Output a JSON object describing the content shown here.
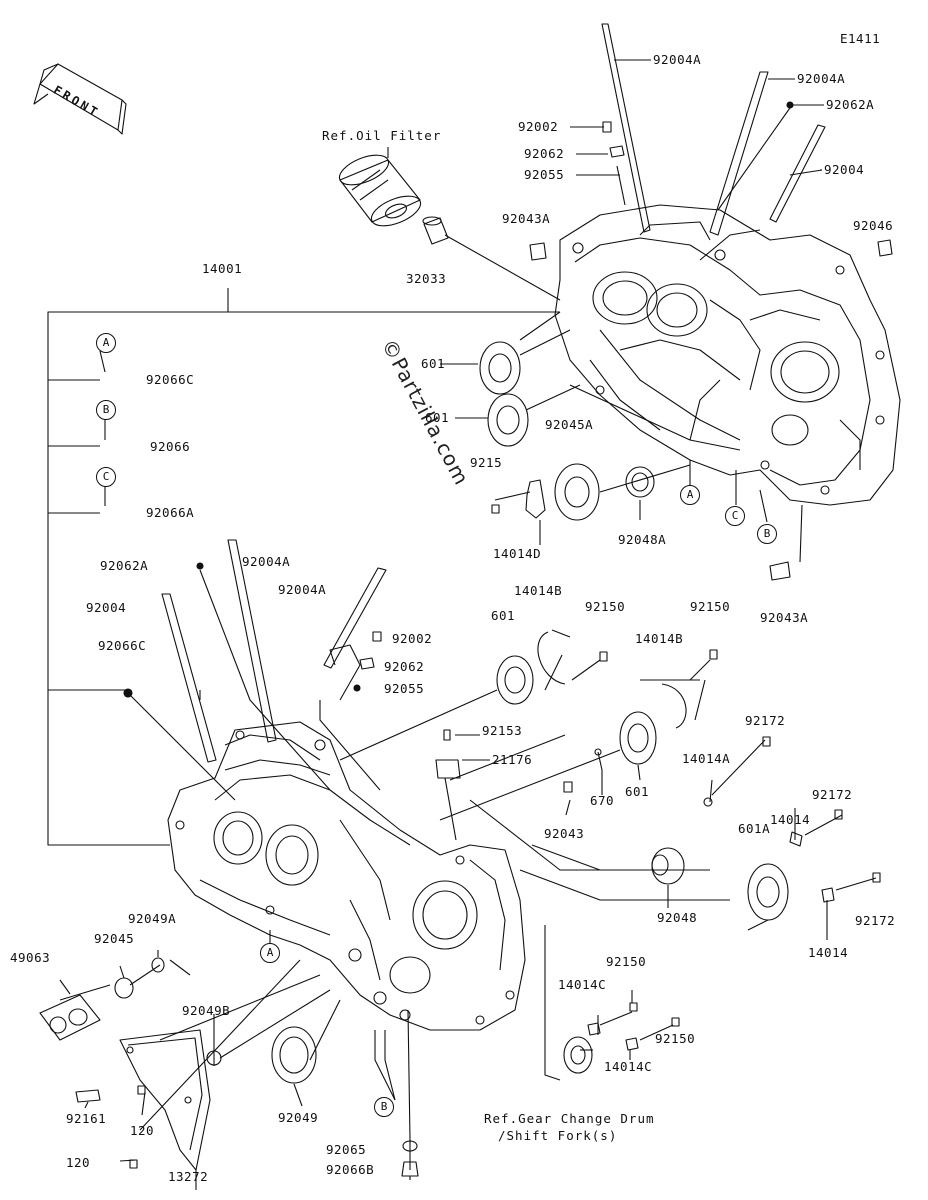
{
  "diagram_code": "E1411",
  "front_label": "FRONT",
  "watermark": "©Partzilla.com",
  "refs": {
    "oil_filter": "Ref.Oil Filter",
    "gear_change_1": "Ref.Gear Change Drum",
    "gear_change_2": "/Shift Fork(s)"
  },
  "callouts": {
    "a_left": "A",
    "b_left": "B",
    "c_left": "C",
    "a_right": "A",
    "b_right": "B",
    "c_right": "C",
    "a_bottom": "A",
    "b_bottom": "B"
  },
  "parts": {
    "p92004A_1": "92004A",
    "p92004A_2": "92004A",
    "p92062A_1": "92062A",
    "p92004_1": "92004",
    "p92002_1": "92002",
    "p92062_1": "92062",
    "p92055_1": "92055",
    "p92043A_1": "92043A",
    "p92046": "92046",
    "p32033": "32033",
    "p14001": "14001",
    "p92066C_1": "92066C",
    "p92066": "92066",
    "p92066A": "92066A",
    "p601_a": "601",
    "p601_b": "601",
    "p92153_a": "9215",
    "p92045A": "92045A",
    "p14014D": "14014D",
    "p92048A": "92048A",
    "p92043A_2": "92043A",
    "p92062A_2": "92062A",
    "p92004A_3": "92004A",
    "p92004A_4": "92004A",
    "p92004_2": "92004",
    "p92066C_2": "92066C",
    "p92002_2": "92002",
    "p92062_2": "92062",
    "p92055_2": "92055",
    "p14014B_1": "14014B",
    "p601_c": "601",
    "p92150_1": "92150",
    "p92150_2": "92150",
    "p14014B_2": "14014B",
    "p92153_b": "92153",
    "p21176": "21176",
    "p670": "670",
    "p601_d": "601",
    "p92172_1": "92172",
    "p14014A": "14014A",
    "p92172_2": "92172",
    "p14014_1": "14014",
    "p92043": "92043",
    "p601A": "601A",
    "p92048": "92048",
    "p92172_3": "92172",
    "p14014_2": "14014",
    "p92049A": "92049A",
    "p92045": "92045",
    "p49063": "49063",
    "p92049B": "92049B",
    "p92150_3": "92150",
    "p14014C_1": "14014C",
    "p92150_4": "92150",
    "p14014C_2": "14014C",
    "p92161": "92161",
    "p120_1": "120",
    "p92049": "92049",
    "p92065": "92065",
    "p92066B": "92066B",
    "p120_2": "120",
    "p13272": "13272"
  }
}
